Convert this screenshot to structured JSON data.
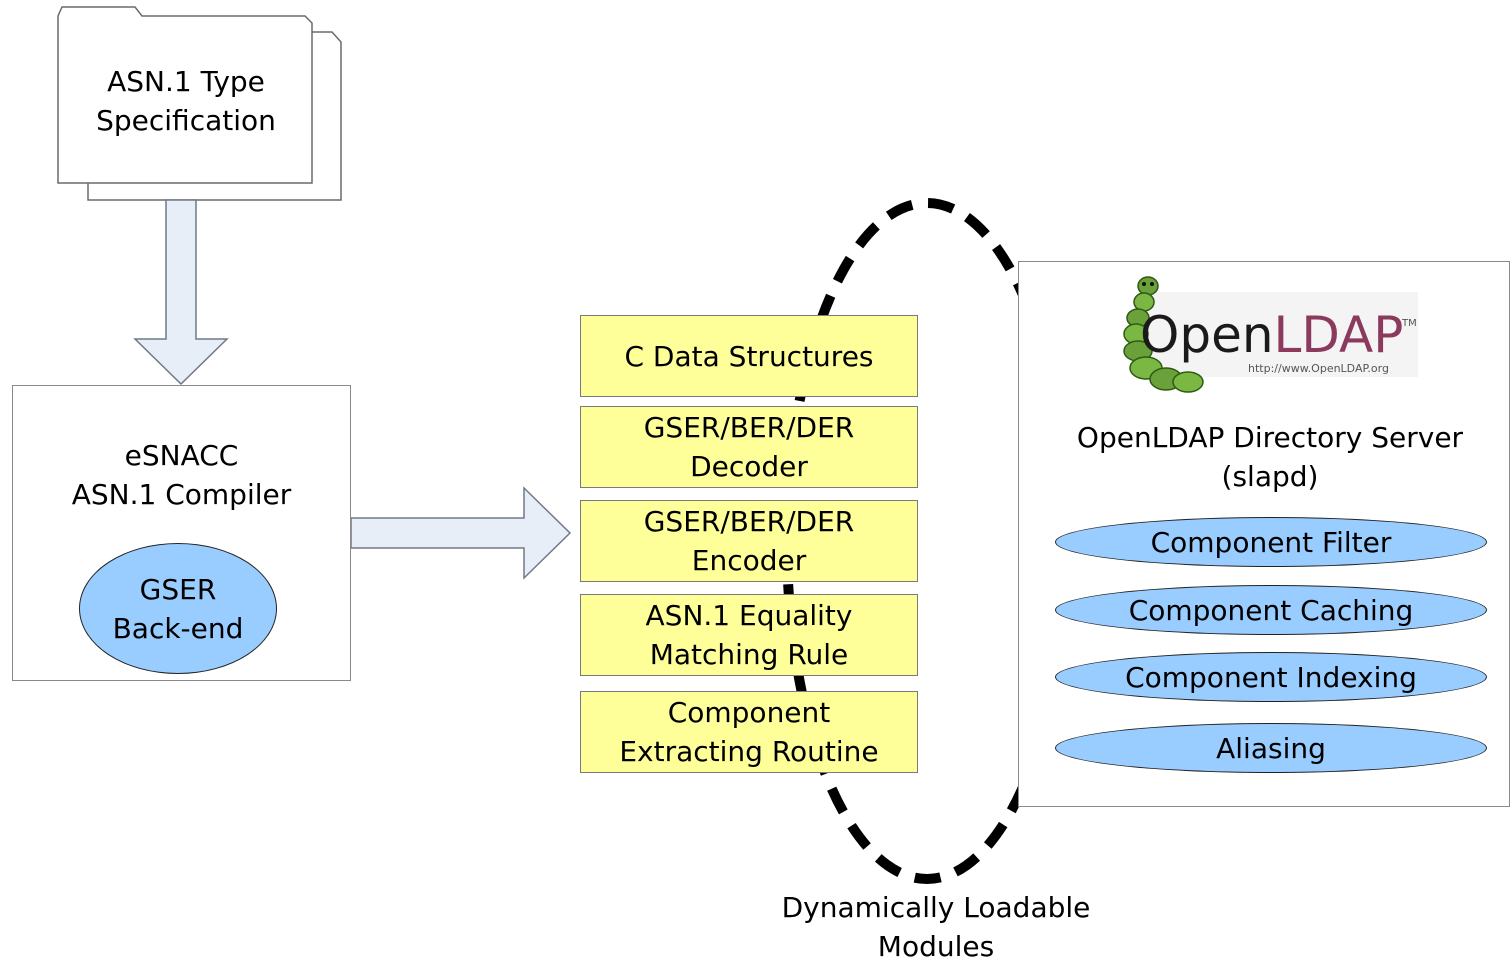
{
  "spec": {
    "line1": "ASN.1 Type",
    "line2": "Specification"
  },
  "compiler": {
    "line1": "eSNACC",
    "line2": "ASN.1 Compiler"
  },
  "backend": {
    "line1": "GSER",
    "line2": "Back-end"
  },
  "modules": {
    "items": [
      {
        "line1": "C Data Structures",
        "line2": ""
      },
      {
        "line1": "GSER/BER/DER",
        "line2": "Decoder"
      },
      {
        "line1": "GSER/BER/DER",
        "line2": "Encoder"
      },
      {
        "line1": "ASN.1 Equality",
        "line2": "Matching Rule"
      },
      {
        "line1": "Component",
        "line2": "Extracting Routine"
      }
    ],
    "caption_line1": "Dynamically Loadable",
    "caption_line2": "Modules"
  },
  "server": {
    "logo_open": "Open",
    "logo_ldap": "LDAP",
    "logo_tm": "TM",
    "logo_url": "http://www.OpenLDAP.org",
    "title_line1": "OpenLDAP Directory Server",
    "title_line2": "(slapd)",
    "components": [
      "Component Filter",
      "Component Caching",
      "Component Indexing",
      "Aliasing"
    ]
  },
  "colors": {
    "module_fill": "#ffff99",
    "ellipse_fill": "#99ccff",
    "arrow_fill": "#e8eef7",
    "logo_accent": "#8b3a5e"
  }
}
